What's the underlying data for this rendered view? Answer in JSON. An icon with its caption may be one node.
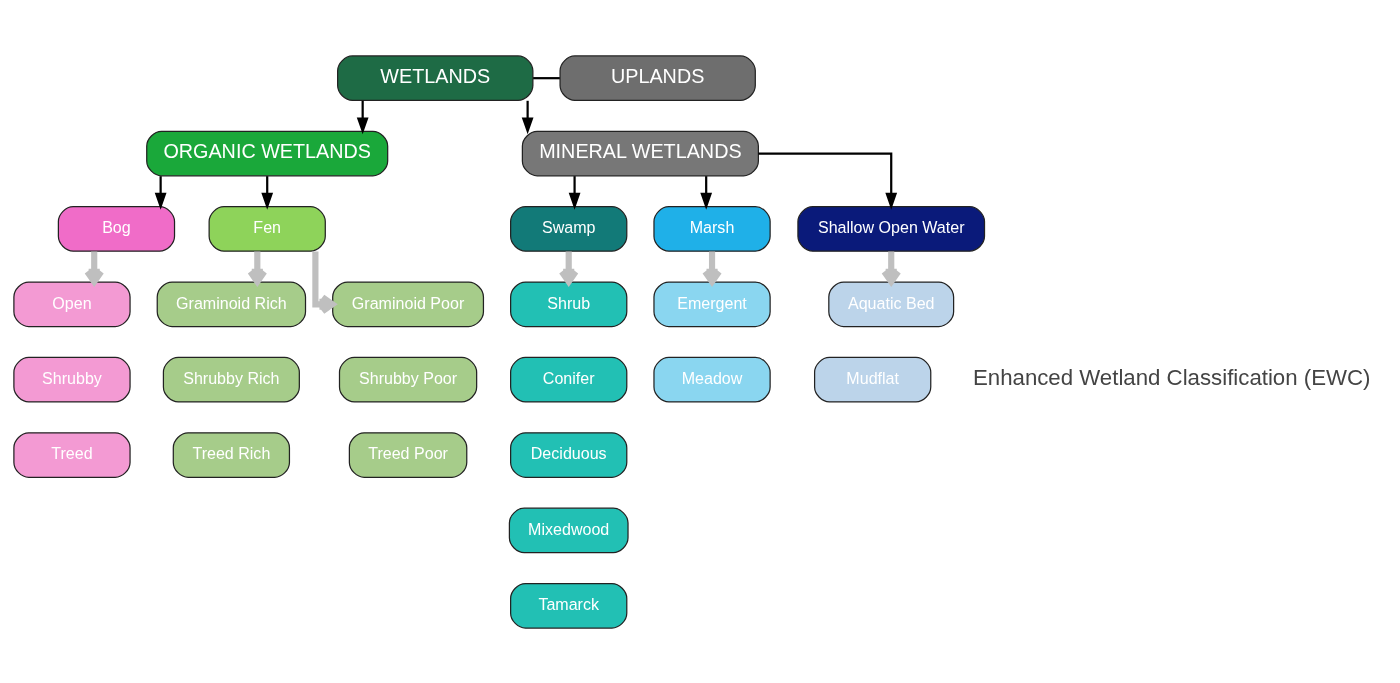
{
  "diagram": {
    "nodes": [
      {
        "text": [
          "WETLANDS"
        ]
      },
      {
        "text": [
          "UPLANDS"
        ]
      },
      {
        "text": [
          "ORGANIC WETLANDS"
        ]
      },
      {
        "text": [
          "MINERAL WETLANDS"
        ]
      },
      {
        "text": [
          "Bog"
        ]
      },
      {
        "text": [
          "Fen"
        ]
      },
      {
        "text": [
          "Swamp"
        ]
      },
      {
        "text": [
          "Marsh"
        ]
      },
      {
        "text": [
          "Shallow Open Water"
        ]
      },
      {
        "text": [
          "Open"
        ]
      },
      {
        "text": [
          "Shrubby"
        ]
      },
      {
        "text": [
          "Treed"
        ]
      },
      {
        "text": [
          "Graminoid Rich"
        ]
      },
      {
        "text": [
          "Graminoid Poor"
        ]
      },
      {
        "text": [
          "Shrubby Rich"
        ]
      },
      {
        "text": [
          "Shrubby Poor"
        ]
      },
      {
        "text": [
          "Treed Rich"
        ]
      },
      {
        "text": [
          "Treed Poor"
        ]
      },
      {
        "text": [
          "Shrub"
        ]
      },
      {
        "text": [
          "Conifer"
        ]
      },
      {
        "text": [
          "Deciduous"
        ]
      },
      {
        "text": [
          "Mixedwood"
        ]
      },
      {
        "text": [
          "Tamarck"
        ]
      },
      {
        "text": [
          "Emergent"
        ]
      },
      {
        "text": [
          "Meadow"
        ]
      },
      {
        "text": [
          "Aquatic Bed"
        ]
      },
      {
        "text": [
          "Mudflat"
        ]
      }
    ],
    "edges": [
      {
        "from": 0,
        "to": 1,
        "arrow": "none"
      },
      {
        "from": 0,
        "to": 2,
        "arrow": "to"
      },
      {
        "from": 0,
        "to": 3,
        "arrow": "to"
      },
      {
        "from": 2,
        "to": 4,
        "arrow": "to"
      },
      {
        "from": 2,
        "to": 5,
        "arrow": "to"
      },
      {
        "from": 3,
        "to": 6,
        "arrow": "to"
      },
      {
        "from": 3,
        "to": 7,
        "arrow": "to"
      },
      {
        "from": 3,
        "to": 8,
        "arrow": "to"
      },
      {
        "from": 4,
        "to": 9,
        "arrow": "to",
        "style": "thick",
        "color": "#bfbfbf"
      },
      {
        "from": 5,
        "to": 12,
        "arrow": "to",
        "style": "thick",
        "color": "#bfbfbf"
      },
      {
        "from": 5,
        "to": 13,
        "arrow": "to",
        "style": "thick",
        "color": "#bfbfbf"
      },
      {
        "from": 6,
        "to": 18,
        "arrow": "to",
        "style": "thick",
        "color": "#bfbfbf"
      },
      {
        "from": 7,
        "to": 23,
        "arrow": "to",
        "style": "thick",
        "color": "#bfbfbf"
      },
      {
        "from": 8,
        "to": 25,
        "arrow": "to",
        "style": "thick",
        "color": "#bfbfbf"
      }
    ],
    "labels": [
      "Enhanced Wetland Classification (EWC)"
    ]
  }
}
